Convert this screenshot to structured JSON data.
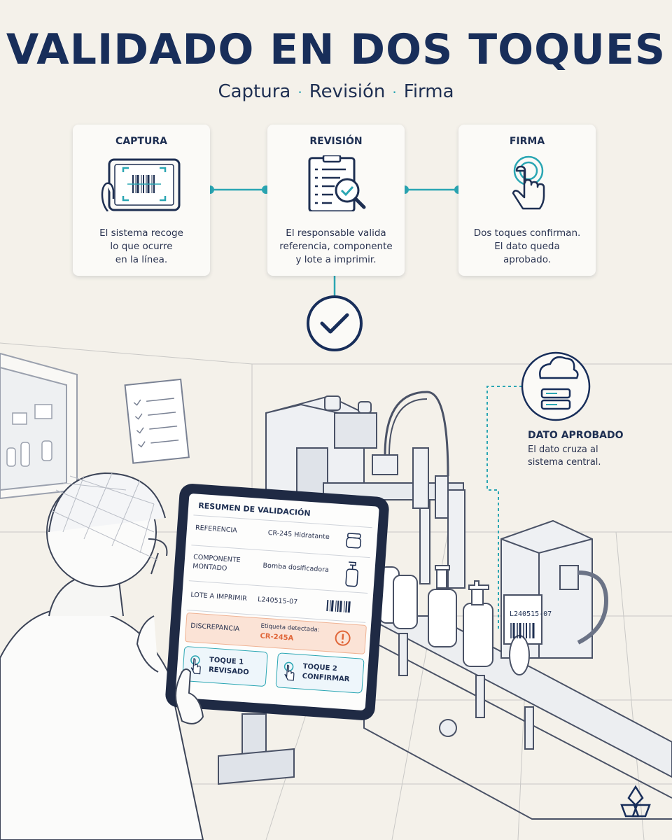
{
  "header": {
    "title": "VALIDADO EN DOS TOQUES",
    "subtitle_parts": [
      "Captura",
      "Revisión",
      "Firma"
    ],
    "subtitle_separator": "·"
  },
  "steps": [
    {
      "title": "CAPTURA",
      "icon": "tablet-barcode-icon",
      "lines": [
        "El sistema recoge",
        "lo que ocurre",
        "en la línea."
      ]
    },
    {
      "title": "REVISIÓN",
      "icon": "checklist-magnifier-icon",
      "lines": [
        "El responsable valida",
        "referencia, componente",
        "y lote a imprimir."
      ]
    },
    {
      "title": "FIRMA",
      "icon": "touch-finger-icon",
      "lines": [
        "Dos toques confirman.",
        "El dato queda",
        "aprobado."
      ]
    }
  ],
  "approved": {
    "icon": "cloud-server-icon",
    "title": "DATO APROBADO",
    "lines": [
      "El dato cruza al",
      "sistema central."
    ]
  },
  "tablet": {
    "header": "RESUMEN DE VALIDACIÓN",
    "rows": [
      {
        "label": "REFERENCIA",
        "value": "CR-245 Hidratante",
        "icon": "jar-icon"
      },
      {
        "label_lines": [
          "COMPONENTE",
          "MONTADO"
        ],
        "value": "Bomba dosificadora",
        "icon": "pump-bottle-icon"
      },
      {
        "label": "LOTE A IMPRIMIR",
        "value": "L240515-07",
        "icon": "barcode-icon"
      }
    ],
    "discrepancy": {
      "label": "DISCREPANCIA",
      "detail_label": "Etiqueta detectada:",
      "detail_value": "CR-245A",
      "icon": "warning-icon"
    },
    "buttons": [
      {
        "lines": [
          "TOQUE 1",
          "REVISADO"
        ]
      },
      {
        "lines": [
          "TOQUE 2",
          "CONFIRMAR"
        ]
      }
    ]
  },
  "label_printer": {
    "lot_code": "L240515-07"
  },
  "colors": {
    "navy": "#182e5a",
    "teal": "#2aa6b3",
    "background": "#f4f1ea",
    "discrepancy_fill": "#fbe3d6",
    "discrepancy_text": "#e0673a"
  }
}
